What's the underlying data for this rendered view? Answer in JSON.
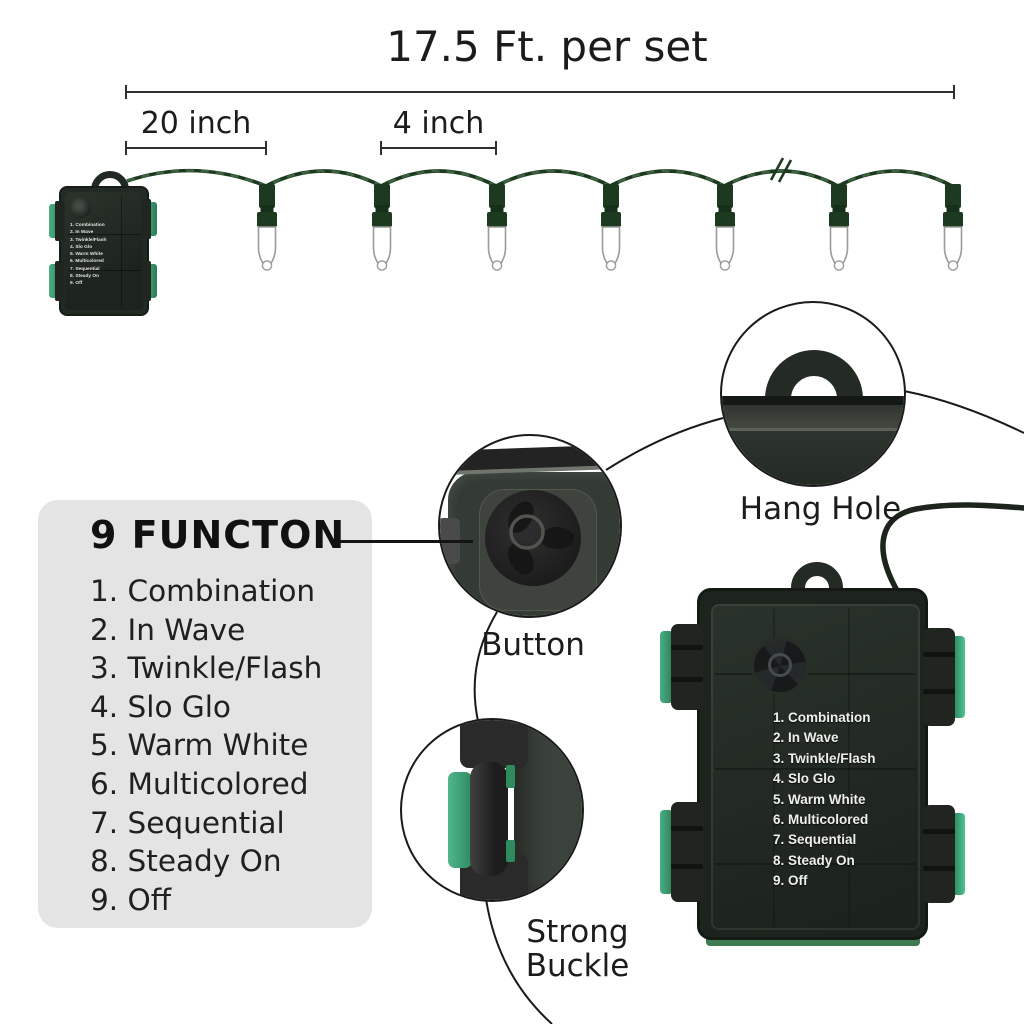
{
  "title": "17.5 Ft. per set",
  "measurements": {
    "lead_label": "20 inch",
    "gap_label": "4 inch"
  },
  "functions": {
    "title": "9 FUNCTON",
    "items": [
      "1. Combination",
      "2. In Wave",
      "3. Twinkle/Flash",
      "4. Slo Glo",
      "5. Warm White",
      "6. Multicolored",
      "7. Sequential",
      "8. Steady On",
      "9. Off"
    ]
  },
  "callouts": {
    "button": "Button",
    "hang_hole": "Hang Hole",
    "strong_buckle": "Strong Buckle"
  },
  "colors": {
    "wire_green": "#1d3a21",
    "wire_twist": "#416b45",
    "buckle_green": "#43ab7e",
    "panel_gray": "#e4e4e4",
    "box_dark": "#20261f",
    "text_dark": "#1c1c1c"
  }
}
